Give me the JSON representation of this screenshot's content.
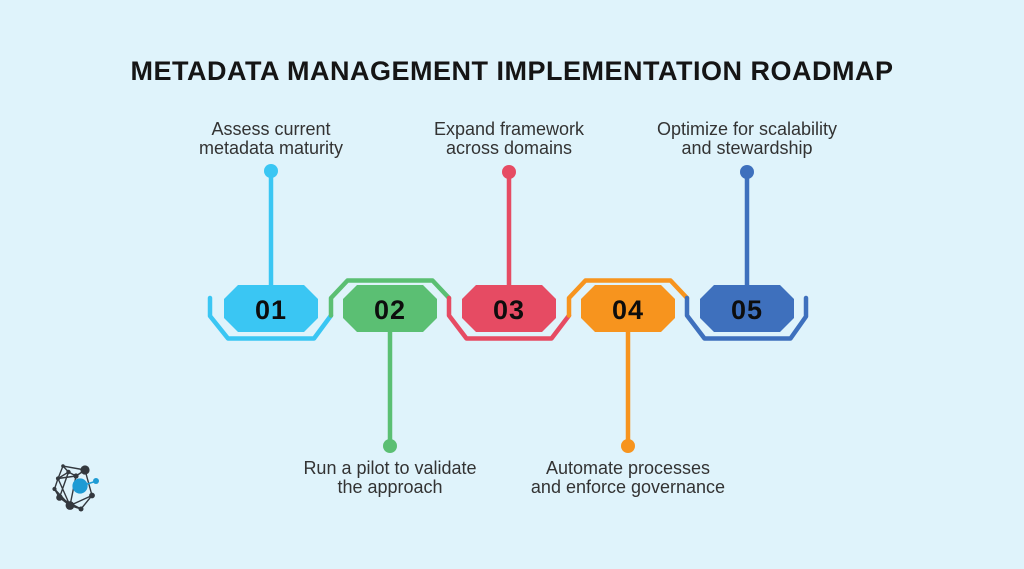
{
  "title": "METADATA MANAGEMENT IMPLEMENTATION ROADMAP",
  "background_color": "#dff3fb",
  "text_color": "#333333",
  "steps": [
    {
      "num": "01",
      "label_line1": "Assess current",
      "label_line2": "metadata maturity",
      "color": "#3ac6f3",
      "label_position": "top"
    },
    {
      "num": "02",
      "label_line1": "Run a pilot to validate",
      "label_line2": "the approach",
      "color": "#5bbf73",
      "label_position": "bottom"
    },
    {
      "num": "03",
      "label_line1": "Expand framework",
      "label_line2": "across domains",
      "color": "#e64b63",
      "label_position": "top"
    },
    {
      "num": "04",
      "label_line1": "Automate processes",
      "label_line2": "and enforce governance",
      "color": "#f7941e",
      "label_position": "bottom"
    },
    {
      "num": "05",
      "label_line1": "Optimize for scalability",
      "label_line2": "and stewardship",
      "color": "#3e70bd",
      "label_position": "top"
    }
  ],
  "logo": {
    "name": "network-logo",
    "dark_color": "#33383e",
    "accent_color": "#1e9bd4"
  }
}
